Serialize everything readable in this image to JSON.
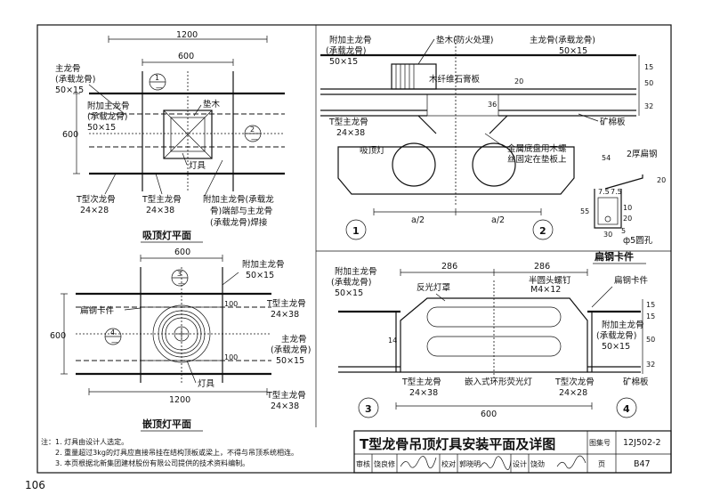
{
  "page_number": "106",
  "title_block": {
    "title": "T型龙骨吊顶灯具安装平面及详图",
    "atlas_label": "图集号",
    "atlas_no": "12J502-2",
    "page_label": "页",
    "page_code": "B47",
    "review_label": "审核",
    "review_name": "饶良修",
    "check_label": "校对",
    "check_name": "郭晓明",
    "design_label": "设计",
    "design_name": "饶劲"
  },
  "notes": {
    "header": "注：",
    "items": [
      "1. 灯具由设计人选定。",
      "2. 重量超过3kg的灯具应直接吊挂在结构顶板或梁上，不得与吊顶系统相连。",
      "3. 本页根据北新集团建材股份有限公司提供的技术资料编制。"
    ]
  },
  "plan1": {
    "caption": "吸顶灯平面",
    "dim_top": "1200",
    "dim_inner": "600",
    "dim_left": "600",
    "label_main": "主龙骨",
    "label_main_sub": "(承载龙骨)",
    "label_main_size": "50×15",
    "label_add": "附加主龙骨",
    "label_add_sub": "(承载龙骨)",
    "label_add_size": "50×15",
    "label_pad": "垫木",
    "label_lamp": "灯具",
    "label_t_sub": "T型次龙骨",
    "label_t_sub_size": "24×28",
    "label_t_main": "T型主龙骨",
    "label_t_main_size": "24×38",
    "label_weld_1": "附加主龙骨(承载龙",
    "label_weld_2": "骨)端部与主龙骨",
    "label_weld_3": "(承载龙骨)焊接",
    "callout1": "1",
    "callout2": "2"
  },
  "plan2": {
    "caption": "嵌顶灯平面",
    "dim_top": "600",
    "dim_left": "600",
    "dim_bottom": "1200",
    "dim_right_a": "100",
    "dim_right_b": "100",
    "label_add": "附加主龙骨",
    "label_add_size": "50×15",
    "label_t_main": "T型主龙骨",
    "label_t_main_size": "24×38",
    "label_main": "主龙骨",
    "label_main_sub": "(承载龙骨)",
    "label_main_size": "50×15",
    "label_clip": "扁钢卡件",
    "label_lamp": "灯具",
    "callout3": "3",
    "callout4": "4"
  },
  "detail12": {
    "label_add": "附加主龙骨",
    "label_add_sub": "(承载龙骨)",
    "label_add_size": "50×15",
    "label_pad": "垫木(防火处理)",
    "label_main": "主龙骨(承载龙骨)",
    "label_main_size": "50×15",
    "label_board": "木纤维石膏板",
    "label_t_main": "T型主龙骨",
    "label_t_main_size": "24×38",
    "label_mineral": "矿棉板",
    "label_lamp": "吸顶灯",
    "label_screw_1": "金属底盘用木螺",
    "label_screw_2": "丝固定在垫板上",
    "dim_20": "20",
    "dim_36": "36",
    "dim_15": "15",
    "dim_50": "50",
    "dim_32": "32",
    "dim_a2_1": "a/2",
    "dim_a2_2": "a/2",
    "callout1": "1",
    "callout2": "2"
  },
  "clip": {
    "caption": "扁钢卡件",
    "label_thk": "2厚扁钢",
    "label_hole": "ф5圆孔",
    "dim_54": "54",
    "dim_20": "20",
    "dim_55": "55",
    "dim_7_5a": "7.5",
    "dim_7_5b": "7.5",
    "dim_10": "10",
    "dim_20b": "20",
    "dim_30": "30",
    "dim_5": "5"
  },
  "detail34": {
    "dim_286a": "286",
    "dim_286b": "286",
    "dim_600": "600",
    "label_add": "附加主龙骨",
    "label_add_sub": "(承载龙骨)",
    "label_add_size": "50×15",
    "label_reflector": "反光灯罩",
    "label_screw": "半圆头螺钉",
    "label_screw_size": "M4×12",
    "label_clip": "扁钢卡件",
    "label_add_r": "附加主龙骨",
    "label_add_r_sub": "(承载龙骨)",
    "label_add_r_size": "50×15",
    "label_t_main": "T型主龙骨",
    "label_t_main_size": "24×38",
    "label_tube": "嵌入式环形荧光灯",
    "label_t_sub": "T型次龙骨",
    "label_t_sub_size": "24×28",
    "label_mineral": "矿棉板",
    "dim_14": "14",
    "dim_15a": "15",
    "dim_15b": "15",
    "dim_50": "50",
    "dim_32": "32",
    "callout3": "3",
    "callout4": "4"
  }
}
